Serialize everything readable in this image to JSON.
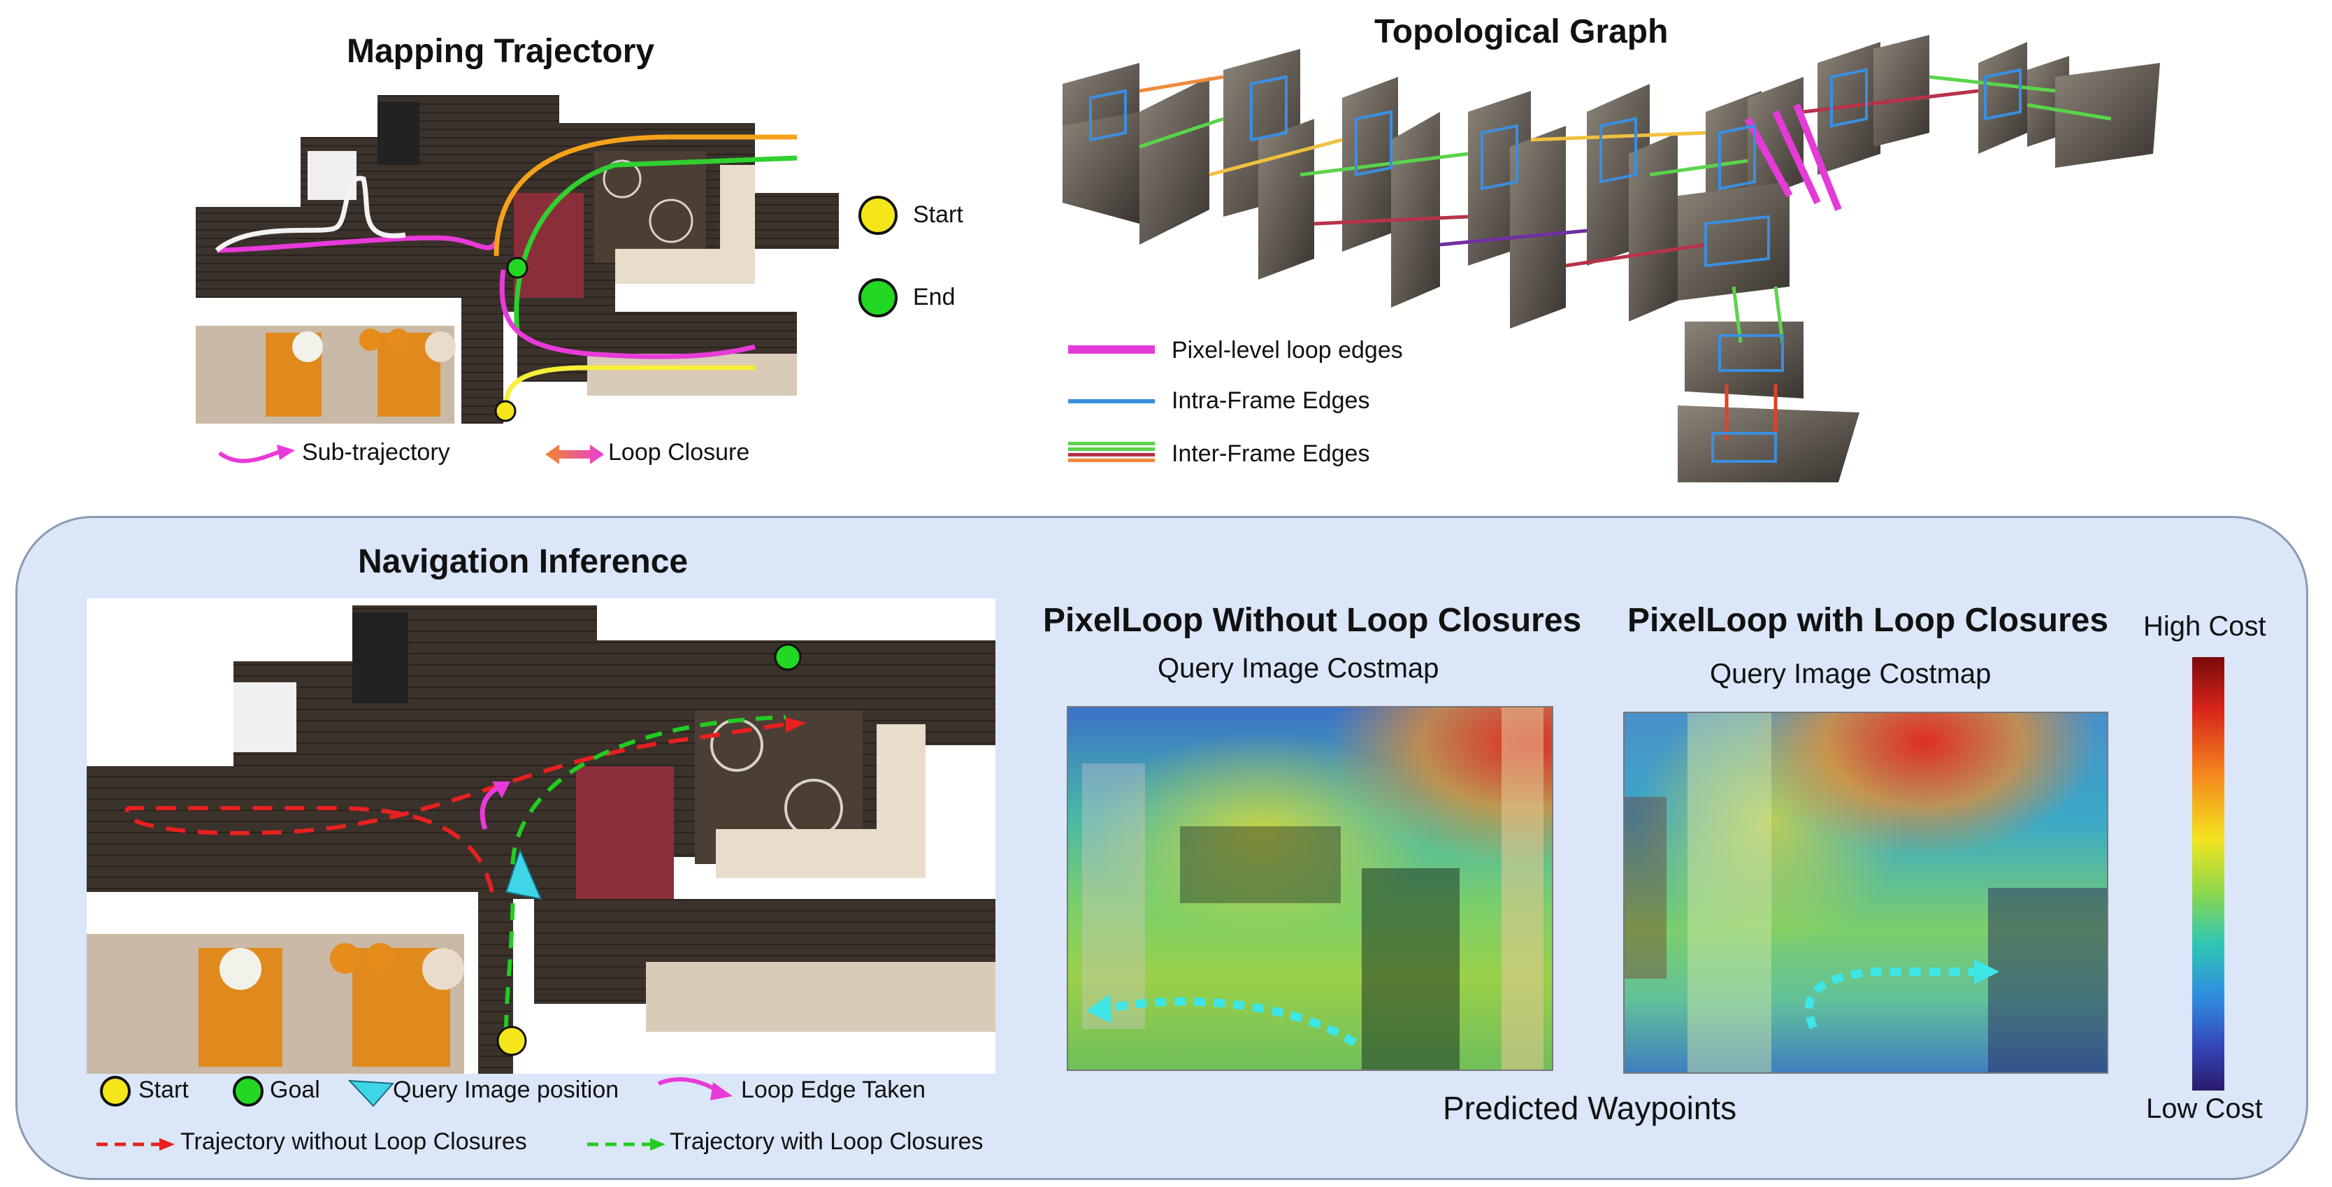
{
  "mapping": {
    "title": "Mapping Trajectory",
    "legend_start": "Start",
    "legend_end": "End",
    "legend_subtrajectory": "Sub-trajectory",
    "legend_loop_closure": "Loop Closure"
  },
  "graph": {
    "title": "Topological Graph",
    "legend_pixel_loop": "Pixel-level loop edges",
    "legend_intra": "Intra-Frame Edges",
    "legend_inter": "Inter-Frame Edges"
  },
  "navigation": {
    "title": "Navigation Inference",
    "legend_start": "Start",
    "legend_goal": "Goal",
    "legend_query": "Query Image position",
    "legend_loop_edge": "Loop Edge Taken",
    "legend_without": "Trajectory without Loop Closures",
    "legend_with": "Trajectory with Loop Closures"
  },
  "costmaps": {
    "without_title": "PixelLoop Without Loop Closures",
    "without_subtitle": "Query Image Costmap",
    "with_title": "PixelLoop with Loop Closures",
    "with_subtitle": "Query Image Costmap",
    "waypoints_label": "Predicted Waypoints"
  },
  "colorbar": {
    "high": "High Cost",
    "low": "Low Cost"
  },
  "colors": {
    "subtrajectory": "#e83ad8",
    "pixel_loop": "#e53ad6",
    "intra": "#3a8fe0",
    "inter_green": "#5ad44a",
    "inter_red": "#b8324a",
    "inter_orange": "#f08a3a",
    "traj_without": "#e82020",
    "traj_with": "#22cc22",
    "waypoint": "#3ee6e6",
    "start": "#f5e61a",
    "end": "#22d822"
  }
}
